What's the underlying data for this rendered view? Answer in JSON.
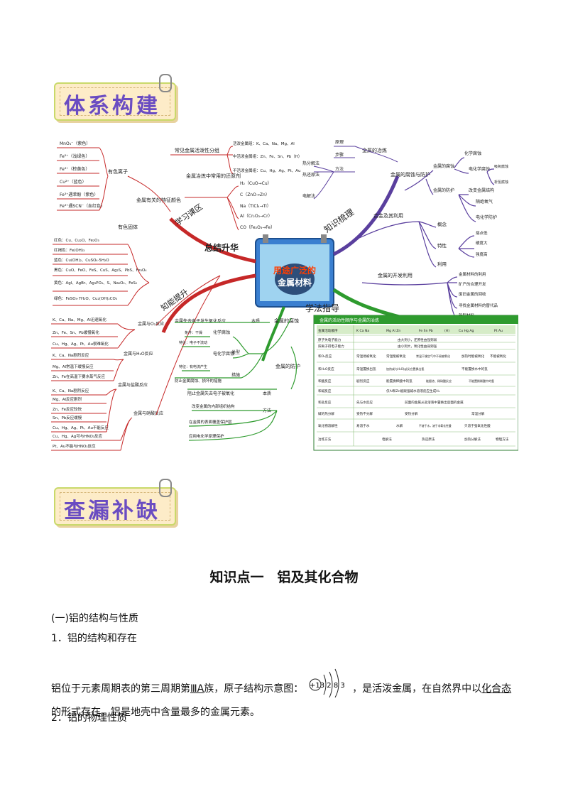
{
  "banners": {
    "system_build": "体系构建",
    "fill_gaps": "查漏补缺"
  },
  "mindmap": {
    "center": "用途广泛的金属材料",
    "main_branches": {
      "summary": "总结升华",
      "review": "学习课区",
      "ability": "知能提升",
      "knowledge": "知识梳理",
      "method": "学法指导"
    },
    "left_top": {
      "colors_title": "有色离子",
      "items": [
        "MnO₄⁻（紫色）",
        "Fe²⁺（浅绿色）",
        "Fe³⁺（棕黄色）",
        "Cu²⁺（蓝色）",
        "Fe³⁺遇苯酚（紫色）",
        "Fe³⁺遇SCN⁻（血红色）"
      ],
      "feature_title": "金属有关的特征颜色",
      "solid_title": "有色固体"
    },
    "activity": {
      "title": "常见金属活泼性分组",
      "items": [
        "活泼金属组：K、Ca、Na、Mg、Al",
        "中活泼金属组：Zn、Fe、Sn、Pb（H）",
        "不活泼金属组：Cu、Hg、Ag、Pt、Au"
      ]
    },
    "reductant": {
      "title": "金属冶炼中常用的还原剂",
      "items": [
        "H₂（CuO→Cu）",
        "C（ZnO→Zn）",
        "Na（TiCl₄→Ti）",
        "Al（Cr₂O₃→Cr）",
        "CO（Fe₂O₃→Fe）"
      ]
    },
    "smelting": {
      "title": "金属的冶炼",
      "items": [
        "原理",
        "步骤",
        "方法"
      ],
      "methods": [
        "热分解法",
        "热还原法",
        "电解法"
      ]
    },
    "corrosion": {
      "title": "金属的腐蚀与防护",
      "sub1": "金属的腐蚀",
      "sub2": "金属的防护",
      "leaves": [
        "化学腐蚀",
        "电化学腐蚀",
        "吸氧腐蚀",
        "析氢腐蚀",
        "改变金属结构",
        "隔绝氧气",
        "电化学防护"
      ]
    },
    "alloy": {
      "title": "合金及其利用",
      "leaves": [
        "概念",
        "特性",
        "利用",
        "熔点低",
        "硬度大",
        "强度高"
      ]
    },
    "development": {
      "title": "金属的开发利用",
      "leaves": [
        "金属材料的利用",
        "矿产的合理开发",
        "废旧金属的回收",
        "寻找金属材料的替代品",
        "新型材料"
      ]
    },
    "left_bottom": {
      "solids": [
        "红色：Cu、Cu₂O、Fe₂O₃",
        "红褐色：Fe(OH)₃",
        "蓝色：Cu(OH)₂、CuSO₄·5H₂O",
        "黑色：CuO、FeO、FeS、CuS、Ag₂S、PbS、Fe₃O₄",
        "黄色：AgI、AgBr、Ag₃PO₄、S、Na₂O₂、FeS₂",
        "绿色：FeSO₄·7H₂O、Cu₂(OH)₂CO₃"
      ],
      "reactions": [
        {
          "title": "金属与O₂反应",
          "items": [
            "K、Ca、Na、Mg、Al迅速氧化",
            "Zn、Fe、Sn、Pb缓慢氧化",
            "Cu、Hg、Ag、Pt、Au很难氧化"
          ]
        },
        {
          "title": "金属与H₂O反应",
          "items": [
            "K、Ca、Na剧烈反应",
            "Mg、Al常温下缓慢反应",
            "Zn、Fe在高温下要水蒸气反应"
          ]
        },
        {
          "title": "金属与盐酸反应",
          "items": [
            "K、Ca、Na剧烈反应",
            "Mg、Al反应剧烈",
            "Zn、Fe反应较快",
            "Sn、Pb反应缓慢",
            "Cu、Hg、Ag、Pt、Au不能反应"
          ]
        },
        {
          "title": "金属与硝酸反应",
          "items": [
            "Cu、Hg、Ag可与HNO₃反应",
            "Pt、Au不能与HNO₃反应"
          ]
        }
      ]
    },
    "middle": {
      "nature": "本质",
      "corrosion": "金属的腐蚀",
      "protection": "金属的防护",
      "types": "类型",
      "measures": "措施",
      "method": "方法",
      "nature_text": "金属失去电子发生氧化反应",
      "prot_text": "阻止金属失去电子被氧化",
      "chem_corr": "化学腐蚀",
      "elec_corr": "电化学腐蚀",
      "cond1": "条件：干燥",
      "cond2": "特征：电子不流动",
      "cond3": "特征：有电流产生",
      "prevent": "防止金属腐蚀、损坏的措施",
      "m1": "改变金属的内部组织结构",
      "m2": "在金属的表面覆盖保护层",
      "m3": "应用电化学原理保护"
    },
    "table": {
      "title": "金属的活动性顺序与金属的冶炼",
      "header": [
        "金属活动顺序",
        "K Ca Na",
        "Mg Al Zn",
        "Fe Sn Pb",
        "(H)",
        "Cu Hg Ag",
        "Pt Au"
      ],
      "rows": [
        [
          "原子失电子能力",
          "由大到小，还原性由强到弱"
        ],
        [
          "阳离子得电子能力",
          "由小到大，氧化性由弱到强"
        ],
        [
          "和O₂反应",
          "常温易被氧化",
          "常温能被氧化",
          "常温干燥空气中不易被氧化",
          "加热时能被氧化",
          "不能被氧化"
        ],
        [
          "和H₂O反应",
          "常温置换出氢",
          "加热或与H₂O(g)反应置换出氢",
          "不能置换水中的氢"
        ],
        [
          "和酸反应",
          "剧烈反应",
          "能置换稀酸中的氢",
          "能跟浓、稀硝酸反应",
          "不能置换稀酸中的氢"
        ],
        [
          "和碱反应",
          "仅Al和Zn能跟强碱水溶液反应生成H₂"
        ],
        [
          "和盐反应",
          "先与水反应",
          "前面的金属从盐溶液中置换出后面的金属"
        ],
        [
          "碱的热分解",
          "受热不分解",
          "受热分解",
          "常温分解"
        ],
        [
          "氧化物溶解性",
          "易溶于水",
          "水解",
          "不溶于水，溶于非氧化性酸",
          "只溶于强氧化性酸"
        ],
        [
          "冶炼方法",
          "电解法",
          "热还原法",
          "加热分解法",
          "物理方法"
        ]
      ]
    }
  },
  "knowledge_point": {
    "title": "知识点一　铝及其化合物",
    "section1": "(一)铝的结构与性质",
    "sub1": "1．铝的结构和存在",
    "para1_a": "铝位于元素周期表的第三周期第",
    "para1_group": "ⅢA",
    "para1_b": "族，原子结构示意图：",
    "atom_label": "+13 2 8 3",
    "para1_c": "，是活泼金属，在自然界中以",
    "para1_state": "化合态",
    "para1_d": "的形式存在，铝是地壳中含量最多的金属元素。",
    "sub2": "2．铝的物理性质"
  }
}
